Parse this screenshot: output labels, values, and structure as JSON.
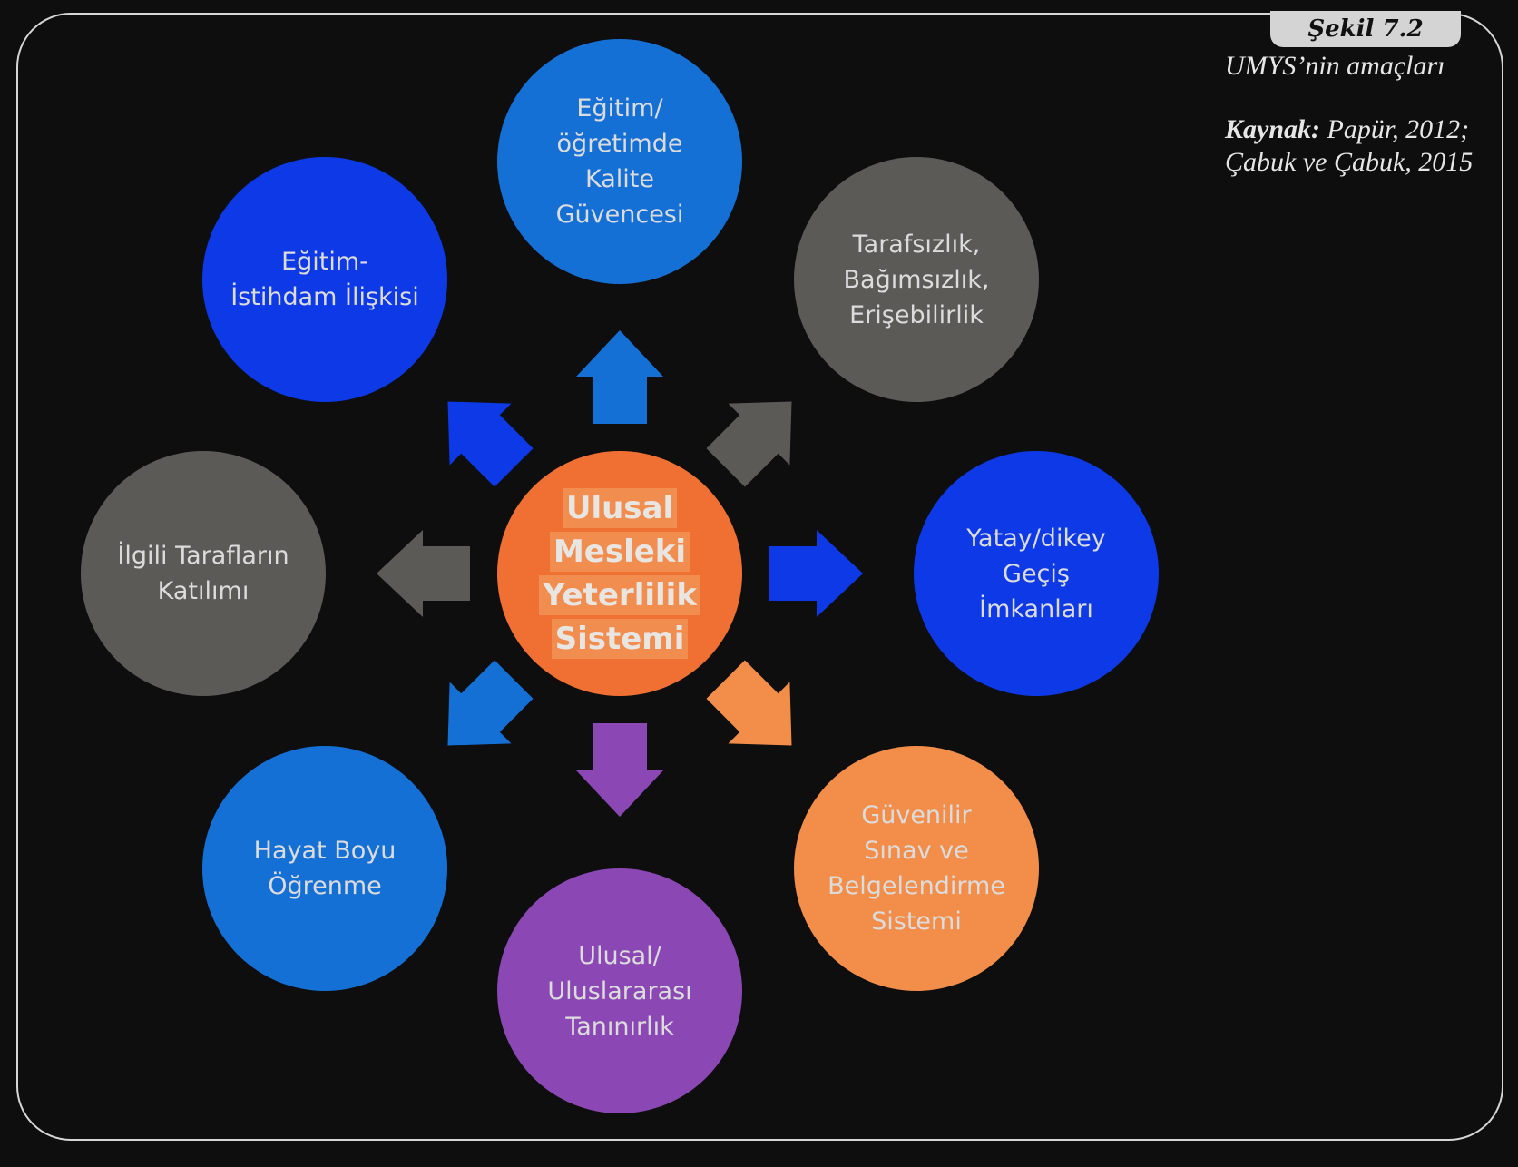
{
  "figure": {
    "label": "Şekil 7.2",
    "title": "UMYS’nin amaçları",
    "source_label": "Kaynak:",
    "source_line1": " Papür, 2012;",
    "source_line2": "Çabuk ve Çabuk, 2015"
  },
  "center": {
    "lines": [
      "Ulusal",
      "Mesleki",
      "Yeterlilik",
      "Sistemi"
    ],
    "color": "#f07033"
  },
  "nodes": [
    {
      "id": "top",
      "text": "Eğitim/\nöğretimde\nKalite\nGüvencesi",
      "color": "#1570d6"
    },
    {
      "id": "top-right",
      "text": "Tarafsızlık,\nBağımsızlık,\nErişebilirlik",
      "color": "#5b5a56"
    },
    {
      "id": "right",
      "text": "Yatay/dikey\nGeçiş\nİmkanları",
      "color": "#0d3ae6"
    },
    {
      "id": "bottom-right",
      "text": "Güvenilir\nSınav ve\nBelgelendirme\nSistemi",
      "color": "#f28d4a"
    },
    {
      "id": "bottom",
      "text": "Ulusal/\nUluslararası\nTanınırlık",
      "color": "#8b48b4"
    },
    {
      "id": "bottom-left",
      "text": "Hayat Boyu\nÖğrenme",
      "color": "#1570d6"
    },
    {
      "id": "left",
      "text": "İlgili Tarafların\nKatılımı",
      "color": "#5b5a56"
    },
    {
      "id": "top-left",
      "text": "Eğitim-\nİstihdam İlişkisi",
      "color": "#0d3ae6"
    }
  ],
  "arrows": [
    {
      "direction": "up",
      "color": "#1570d6"
    },
    {
      "direction": "up-right",
      "color": "#5b5a56"
    },
    {
      "direction": "right",
      "color": "#0d3ae6"
    },
    {
      "direction": "down-right",
      "color": "#f28d4a"
    },
    {
      "direction": "down",
      "color": "#8b48b4"
    },
    {
      "direction": "down-left",
      "color": "#1570d6"
    },
    {
      "direction": "left",
      "color": "#5b5a56"
    },
    {
      "direction": "up-left",
      "color": "#0d3ae6"
    }
  ]
}
